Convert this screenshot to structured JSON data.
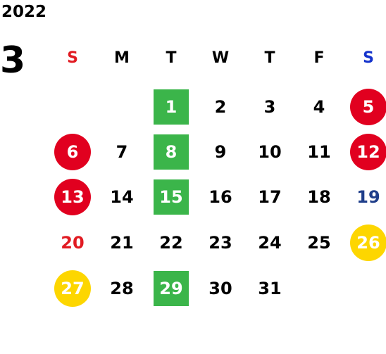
{
  "year": "2022",
  "month": "3",
  "weekdays": [
    "S",
    "M",
    "T",
    "W",
    "T",
    "F",
    "S"
  ],
  "colors": {
    "sunday_header": "#e11b22",
    "saturday_header": "#1533cc",
    "holiday_circle": "#e1001f",
    "special_circle": "#fdd600",
    "highlight_square": "#3bb54a"
  },
  "weeks": [
    [
      "",
      "",
      "1",
      "2",
      "3",
      "4",
      "5"
    ],
    [
      "6",
      "7",
      "8",
      "9",
      "10",
      "11",
      "12"
    ],
    [
      "13",
      "14",
      "15",
      "16",
      "17",
      "18",
      "19"
    ],
    [
      "20",
      "21",
      "22",
      "23",
      "24",
      "25",
      "26"
    ],
    [
      "27",
      "28",
      "29",
      "30",
      "31",
      "",
      ""
    ]
  ]
}
